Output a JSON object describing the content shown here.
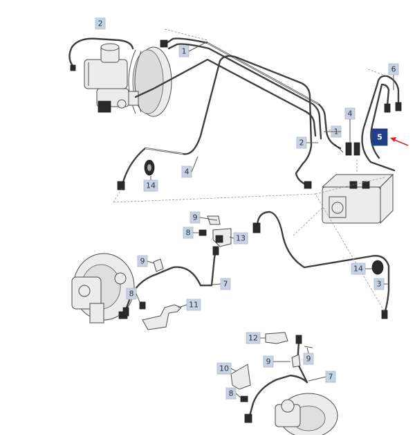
{
  "colors": {
    "highlight": "#1f3f8a",
    "arrow": "#e02020",
    "callout": "#c9d2e2"
  },
  "callouts": {
    "c2": "2",
    "c1a": "1",
    "c4a": "4",
    "c14a": "14",
    "c6": "6",
    "c4b": "4",
    "c1b": "1",
    "c2b": "2",
    "c5": "5",
    "c9a": "9",
    "c8a": "8",
    "c13": "13",
    "c9b": "9",
    "c7a": "7",
    "c8b": "8",
    "c11": "11",
    "c14b": "14",
    "c3": "3",
    "c12": "12",
    "c9c": "9",
    "c10": "10",
    "c9d": "9",
    "c7b": "7",
    "c8c": "8"
  }
}
